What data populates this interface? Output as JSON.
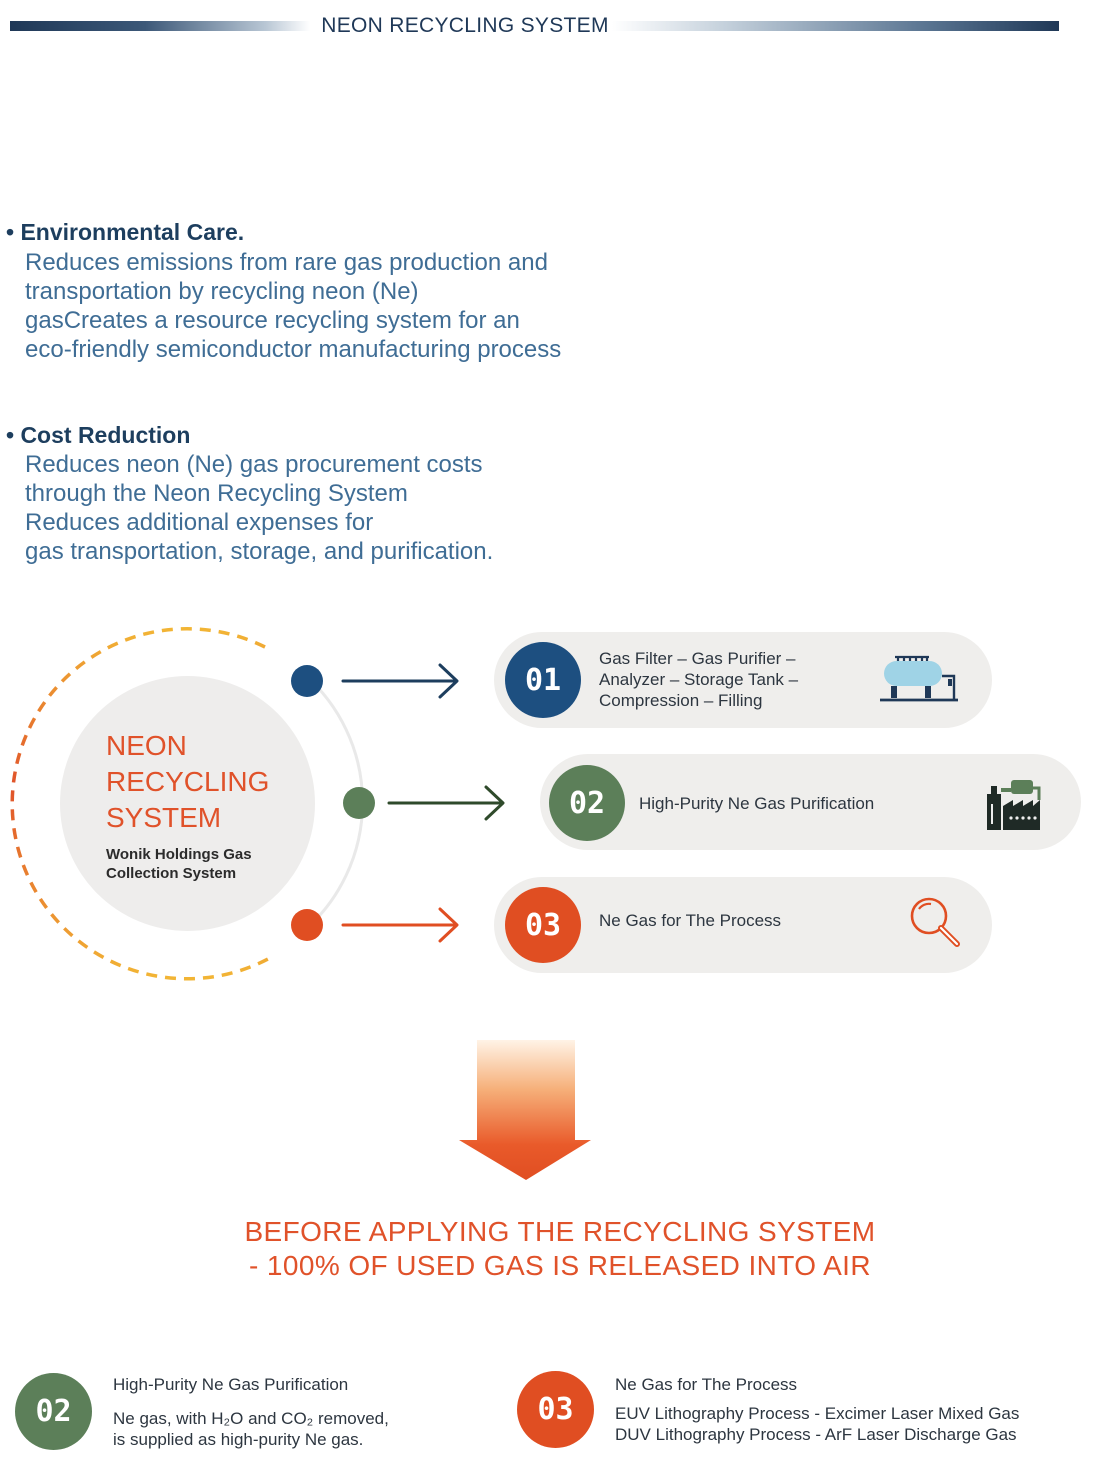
{
  "header": {
    "title": "NEON RECYCLING SYSTEM"
  },
  "benefits": [
    {
      "title": "• Environmental Care.",
      "lines": [
        "Reduces emissions from rare gas production and",
        "transportation by recycling neon (Ne)",
        "gasCreates a resource recycling system for an",
        "eco-friendly semiconductor manufacturing process"
      ]
    },
    {
      "title": "• Cost Reduction",
      "lines": [
        "Reduces neon (Ne) gas procurement costs",
        "through the Neon Recycling System",
        "Reduces additional expenses for",
        "gas transportation, storage, and purification."
      ]
    }
  ],
  "diagram": {
    "center_title": [
      "NEON",
      "RECYCLING",
      "SYSTEM"
    ],
    "center_subtitle": [
      "Wonik Holdings Gas",
      "Collection System"
    ],
    "steps": [
      {
        "number": "01",
        "color": "#1d4f80",
        "icon": "storage-tank-icon",
        "lines": [
          "Gas Filter –  Gas Purifier –",
          "Analyzer –  Storage Tank –",
          "Compression –  Filling"
        ]
      },
      {
        "number": "02",
        "color": "#5c7f59",
        "icon": "factory-icon",
        "lines": [
          "High-Purity Ne Gas Purification"
        ]
      },
      {
        "number": "03",
        "color": "#e04e22",
        "icon": "magnifier-icon",
        "lines": [
          "Ne Gas for The Process"
        ]
      }
    ]
  },
  "warning": {
    "line1": "BEFORE APPLYING THE RECYCLING SYSTEM",
    "line2": "- 100% OF USED GAS IS RELEASED INTO AIR"
  },
  "cards": [
    {
      "number": "02",
      "color": "#5c7f59",
      "title": "High-Purity Ne Gas Purification",
      "lines": [
        "Ne gas, with H₂O and CO₂ removed,",
        "is supplied as high-purity Ne gas."
      ]
    },
    {
      "number": "03",
      "color": "#e04e22",
      "title": "Ne Gas for The Process",
      "lines": [
        "EUV Lithography Process - Excimer Laser Mixed Gas",
        "DUV Lithography Process  - ArF Laser Discharge Gas"
      ]
    }
  ]
}
